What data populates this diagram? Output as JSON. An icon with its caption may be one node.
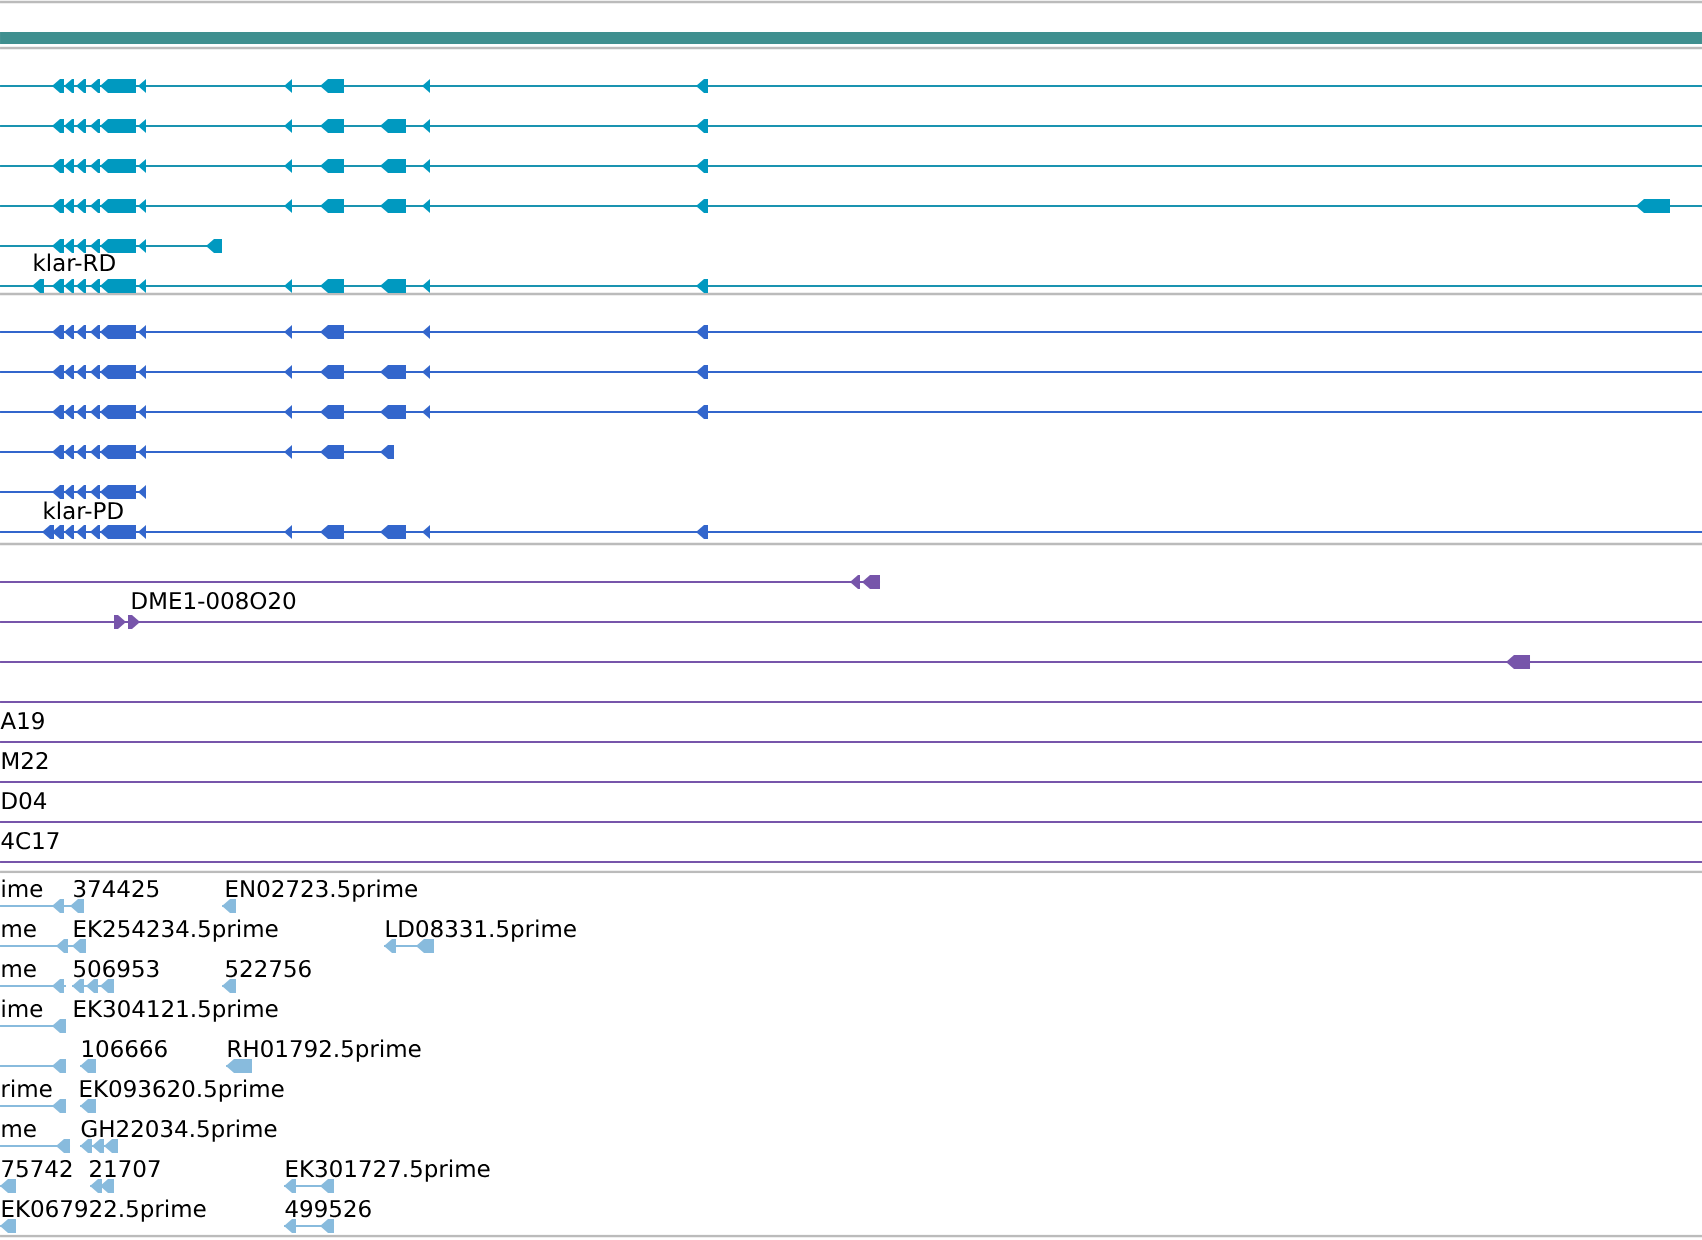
{
  "diagram": {
    "labels": [
      "klar-RD",
      "klar-PD",
      "DME1-008O20",
      "A19",
      "M22",
      "D04",
      "4C17",
      "ime",
      "374425",
      "EN02723.5prime",
      "me",
      "EK254234.5prime",
      "LD08331.5prime",
      "me",
      "506953",
      "522756",
      "ime",
      "EK304121.5prime",
      "106666",
      "RH01792.5prime",
      "rime",
      "EK093620.5prime",
      "me",
      "GH22034.5prime",
      "75742",
      "21707",
      "EK301727.5prime",
      "EK067922.5prime",
      "499526"
    ]
  }
}
